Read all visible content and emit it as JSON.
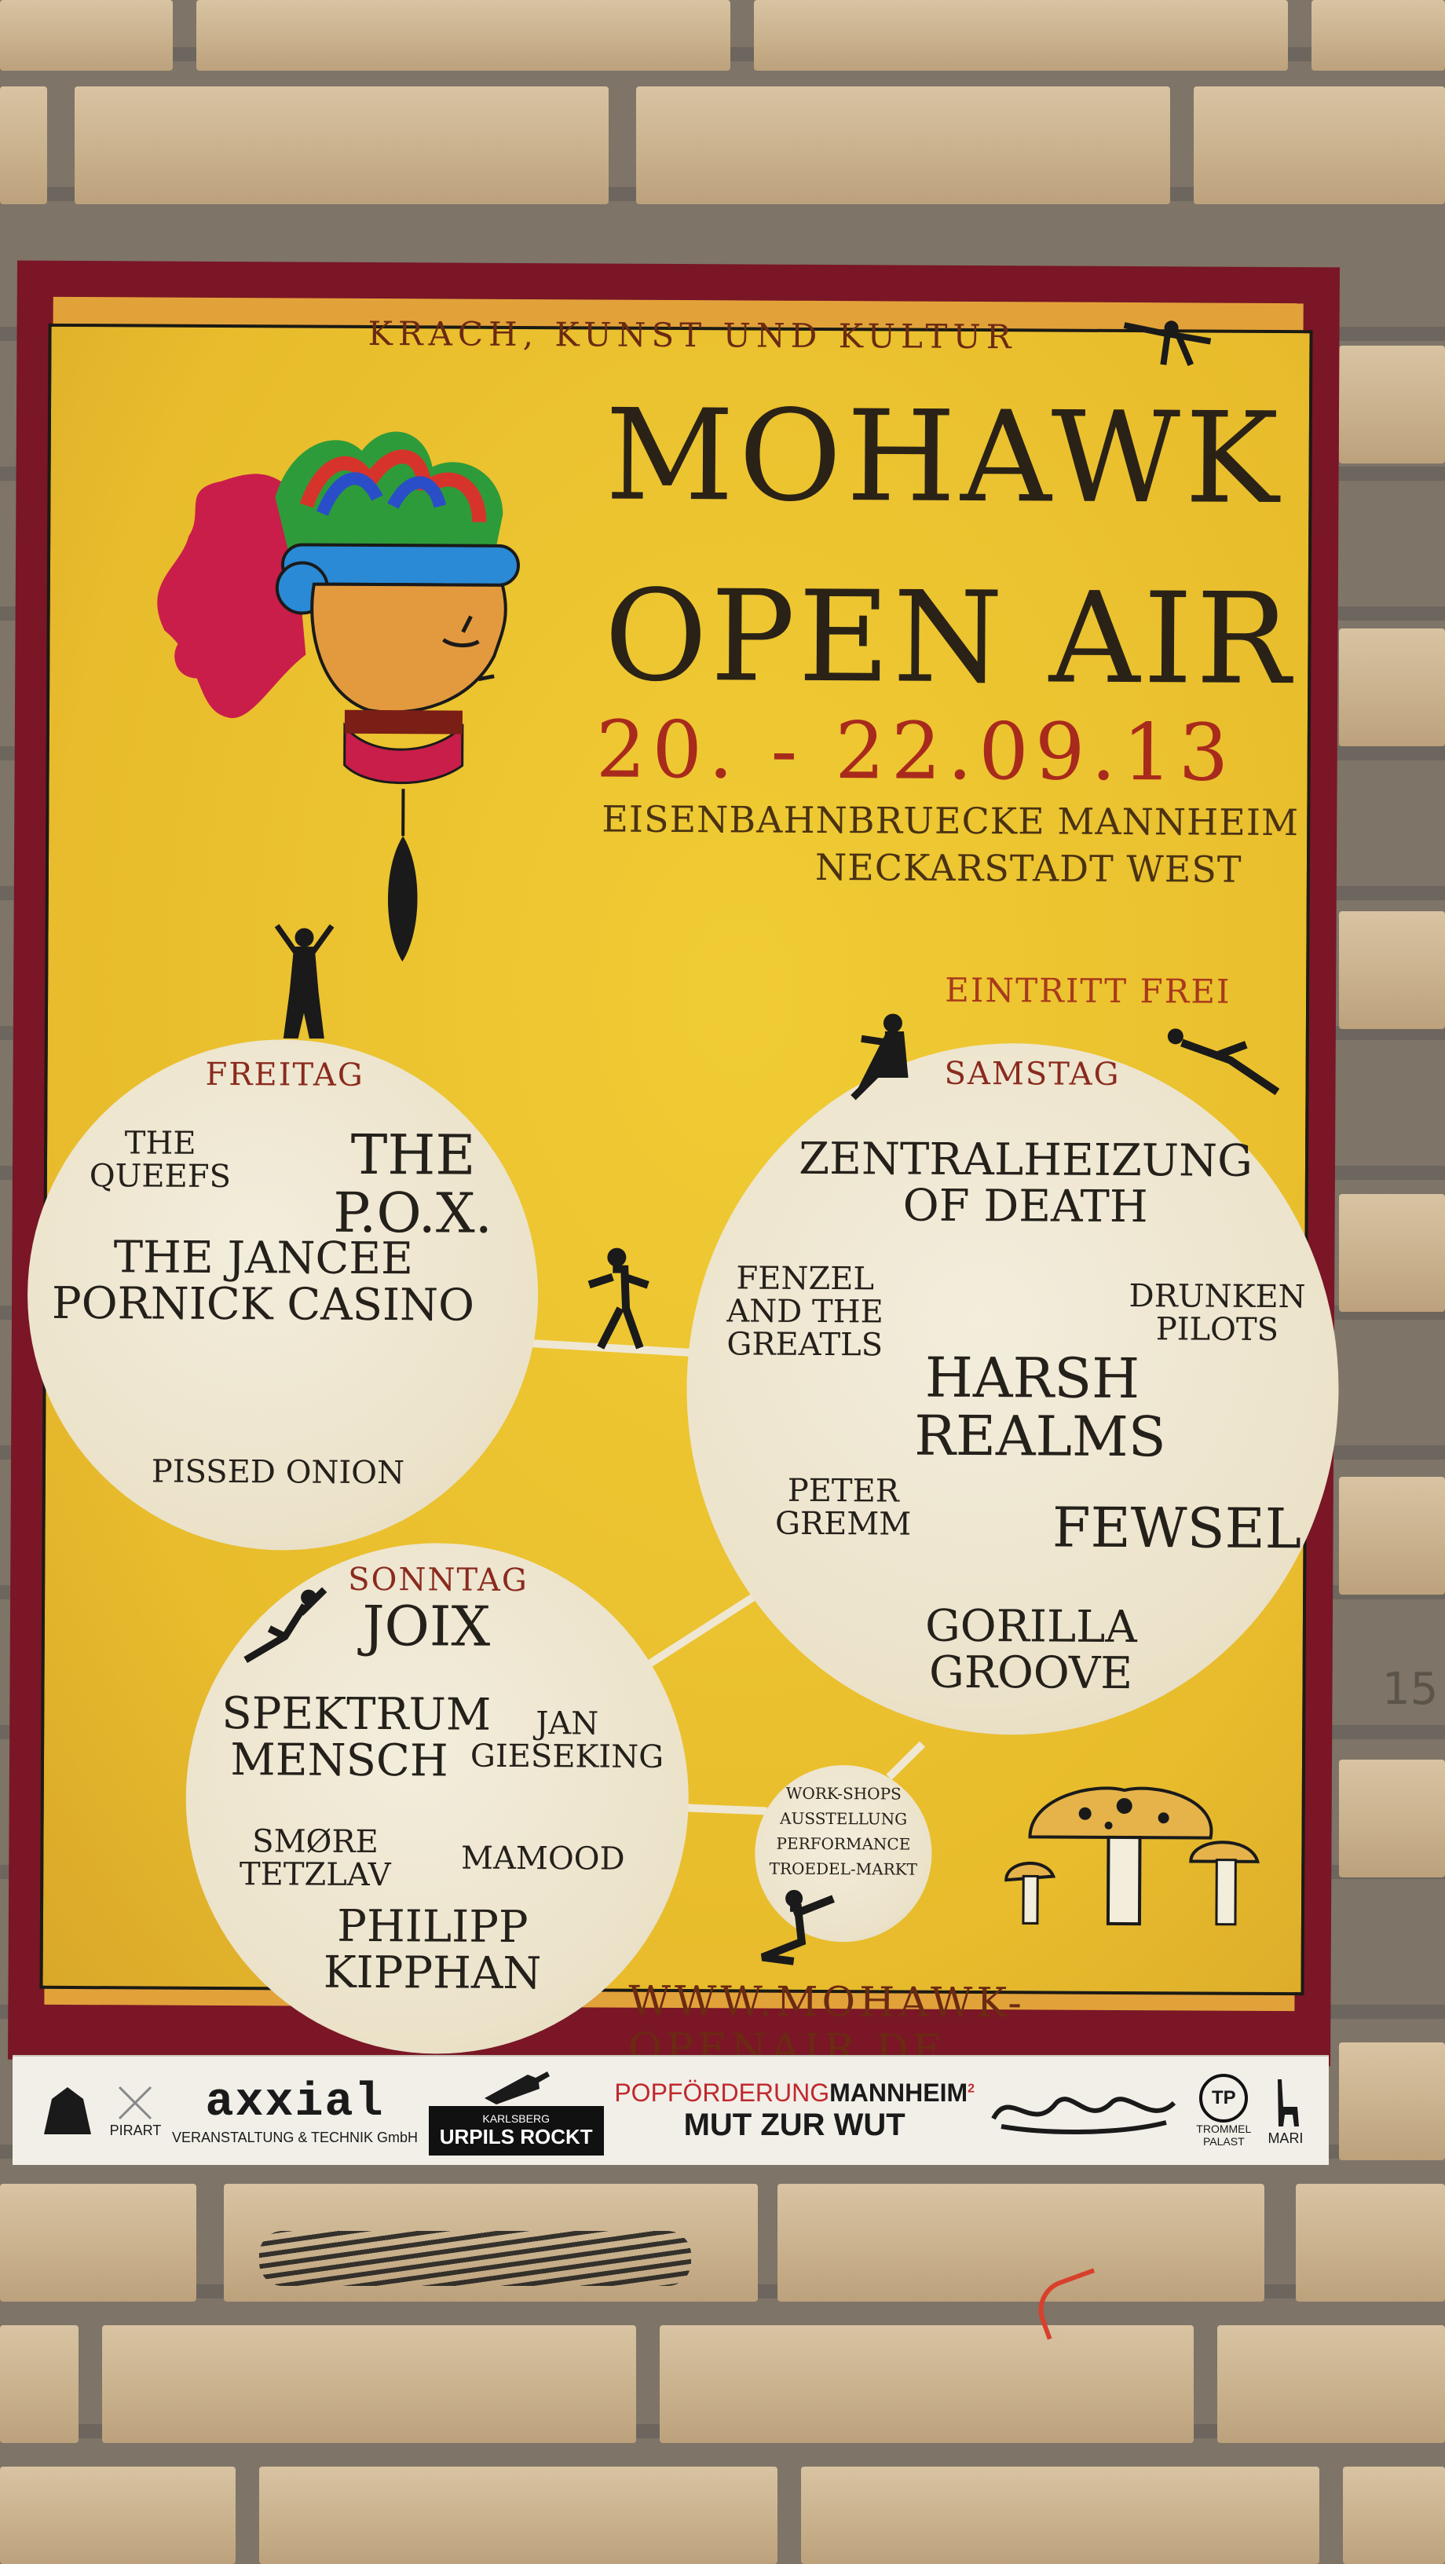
{
  "poster": {
    "tagline": "KRACH, KUNST UND KULTUR",
    "title_line1": "MOHAWK",
    "title_line2": "OPEN AIR",
    "dates": "20. - 22.09.13",
    "location_line1": "EISENBAHNBRUECKE MANNHEIM",
    "location_line2": "NECKARSTADT WEST",
    "admission": "EINTRITT FREI",
    "website": "WWW.MOHAWK-OPENAIR.DE"
  },
  "friday": {
    "label": "FREITAG",
    "acts": [
      "THE QUEEFS",
      "THE P.O.X.",
      "THE JANCEE PORNICK CASINO",
      "PISSED ONION"
    ]
  },
  "saturday": {
    "label": "SAMSTAG",
    "acts": [
      "ZENTRALHEIZUNG OF DEATH",
      "FENZEL AND THE GREATLS",
      "DRUNKEN PILOTS",
      "HARSH REALMS",
      "PETER GREMM",
      "FEWSEL",
      "GORILLA GROOVE"
    ]
  },
  "sunday": {
    "label": "SONNTAG",
    "acts": [
      "JOIX",
      "SPEKTRUM MENSCH",
      "JAN GIESEKING",
      "SMØRE TETZLAV",
      "MAMOOD",
      "PHILIPP KIPPHAN"
    ]
  },
  "extras": [
    "WORK-SHOPS",
    "AUSSTELLUNG",
    "PERFORMANCE",
    "TROEDEL-MARKT"
  ],
  "sponsors": {
    "pirart": "PIRART",
    "axxial": "axxial",
    "axxial_sub": "VERANSTALTUNG & TECHNIK",
    "axxial_gmbh": "GmbH",
    "karlsberg": "KARLSBERG",
    "karlsberg_slogan": "URPILS ROCKT",
    "pop_prefix": "POPFÖRDERUNG",
    "pop_city": "MANNHEIM",
    "pop_sup": "2",
    "pop_slogan": "MUT ZUR WUT",
    "trommel": "TROMMEL PALAST",
    "tp": "TP",
    "mari": "MARI"
  },
  "wall": {
    "pencil_mark": "15"
  },
  "colors": {
    "poster_border": "#7a1626",
    "poster_orange": "#e2a23a",
    "poster_yellow": "#f0cc34",
    "accent_red": "#a82a1c",
    "circle_cream": "#f3eddc"
  }
}
